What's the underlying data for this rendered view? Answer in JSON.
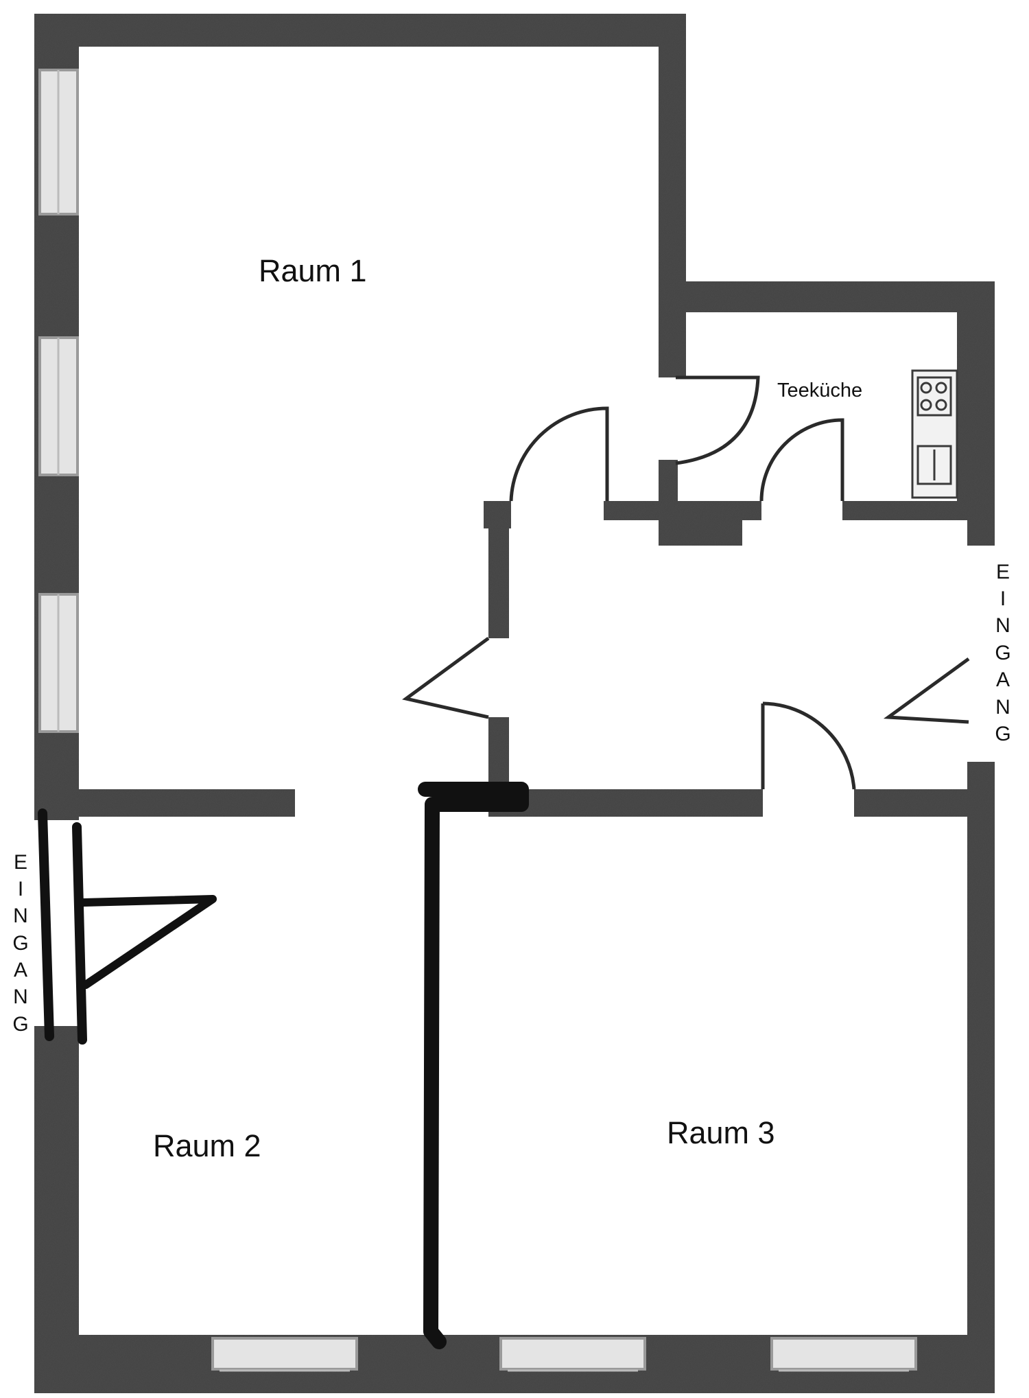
{
  "rooms": {
    "room1": "Raum 1",
    "room2": "Raum 2",
    "room3": "Raum 3",
    "kitchen": "Teeküche"
  },
  "entrances": {
    "right": [
      "E",
      "I",
      "N",
      "G",
      "A",
      "N",
      "G"
    ],
    "left": [
      "E",
      "I",
      "N",
      "G",
      "A",
      "N",
      "G"
    ]
  },
  "colors": {
    "wall": "#4a4a4a",
    "marker_wall": "#111111",
    "window": "#d9d9d9"
  }
}
